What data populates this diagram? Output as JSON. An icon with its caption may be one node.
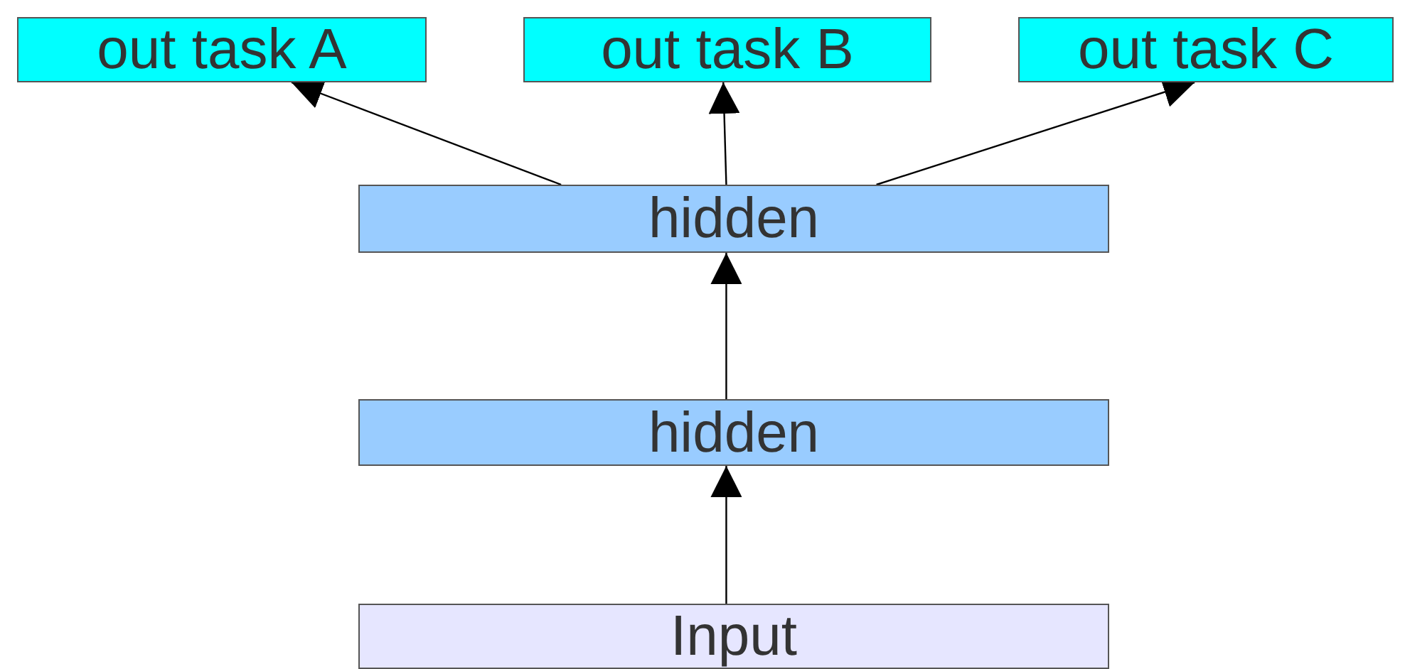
{
  "diagram": {
    "nodes": [
      {
        "text": [
          "out task A"
        ]
      },
      {
        "text": [
          "out task B"
        ]
      },
      {
        "text": [
          "out task C"
        ]
      },
      {
        "text": [
          "hidden"
        ]
      },
      {
        "text": [
          "hidden"
        ]
      },
      {
        "text": [
          "Input"
        ]
      }
    ],
    "edges": [
      {
        "from": 3,
        "to": 0,
        "arrow": "to"
      },
      {
        "from": 3,
        "to": 1,
        "arrow": "to"
      },
      {
        "from": 3,
        "to": 2,
        "arrow": "to"
      },
      {
        "from": 4,
        "to": 3,
        "arrow": "to"
      },
      {
        "from": 5,
        "to": 4,
        "arrow": "to"
      }
    ]
  }
}
